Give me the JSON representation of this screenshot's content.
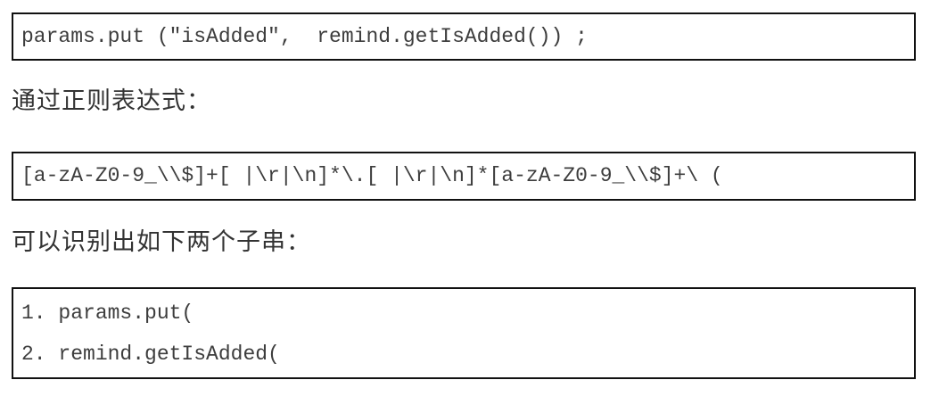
{
  "document": {
    "code_block_1": {
      "text": "params.put (\"isAdded\",  remind.getIsAdded()) ;"
    },
    "paragraph_1": {
      "text": "通过正则表达式："
    },
    "code_block_regex": {
      "text": "[a-zA-Z0-9_\\\\$]+[ |\\r|\\n]*\\.[ |\\r|\\n]*[a-zA-Z0-9_\\\\$]+\\ ("
    },
    "paragraph_2": {
      "text": "可以识别出如下两个子串："
    },
    "code_block_substrings": {
      "lines": [
        "1. params.put(",
        "2. remind.getIsAdded("
      ]
    },
    "colors": {
      "background": "#ffffff",
      "box_border": "#111111",
      "code_text": "#3d3d3d",
      "body_text": "#333333"
    }
  }
}
